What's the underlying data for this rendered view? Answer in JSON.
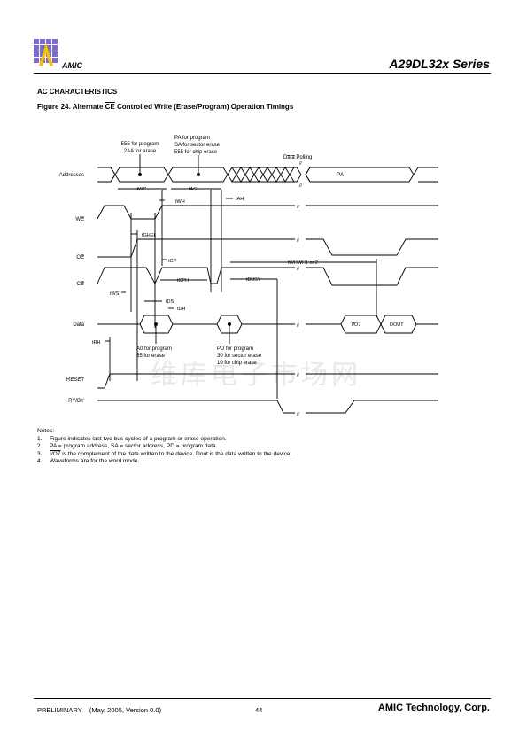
{
  "header": {
    "brand": "AMIC",
    "series": "A29DL32x Series"
  },
  "section_title": "AC CHARACTERISTICS",
  "figure": {
    "title_prefix": "Figure 24. Alternate ",
    "title_ce": "CE",
    "title_suffix": " Controlled Write (Erase/Program) Operation Timings"
  },
  "diagram": {
    "addr_note1": [
      "555 for program",
      "2AA for erase"
    ],
    "addr_note2": [
      "PA for program",
      "SA for sector erase",
      "555 for chip erase"
    ],
    "data_polling_bar": "Data",
    "data_polling_rest": " Polling",
    "pa": "PA",
    "signals": {
      "addresses": "Addresses",
      "we": "WE",
      "oe": "OE",
      "ce": "CE",
      "data": "Data",
      "reset": "RESET",
      "ryby_ry": "RY/",
      "ryby_by": "BY"
    },
    "timings": {
      "twc": "tWC",
      "tas": "tAS",
      "twh": "tWH",
      "tah": "tAH",
      "tghel": "tGHEL",
      "tcp": "tCP",
      "twhwh": "tWHWH1 or 2",
      "tcph": "tCPH",
      "tbusy": "tBUSY",
      "tws": "tWS",
      "tds": "tDS",
      "tdh": "tDH",
      "trh": "tRH"
    },
    "data_note1": [
      "A0 for program",
      "55 for erase"
    ],
    "data_note2": [
      "PD for program",
      "30 for sector erase",
      "10 for chip erase"
    ],
    "io7": "I/O7",
    "dout": "DOUT",
    "break_mark": "//"
  },
  "watermark": "维库电子市场网",
  "notes": {
    "heading": "Notes:",
    "items": [
      {
        "num": "1.",
        "text": "Figure indicates last two bus cycles of a program or erase operation."
      },
      {
        "num": "2.",
        "text": "PA = program address, SA = sector address, PD = program data."
      },
      {
        "num": "3.",
        "text_io7": "I/O7",
        "text": " is the complement of the data written to the device. Dout is the data written to the device."
      },
      {
        "num": "4.",
        "text": "Waveforms are for the word mode."
      }
    ]
  },
  "footer": {
    "left": "PRELIMINARY    (May, 2005, Version 0.0)",
    "page": "44",
    "right": "AMIC Technology, Corp."
  }
}
